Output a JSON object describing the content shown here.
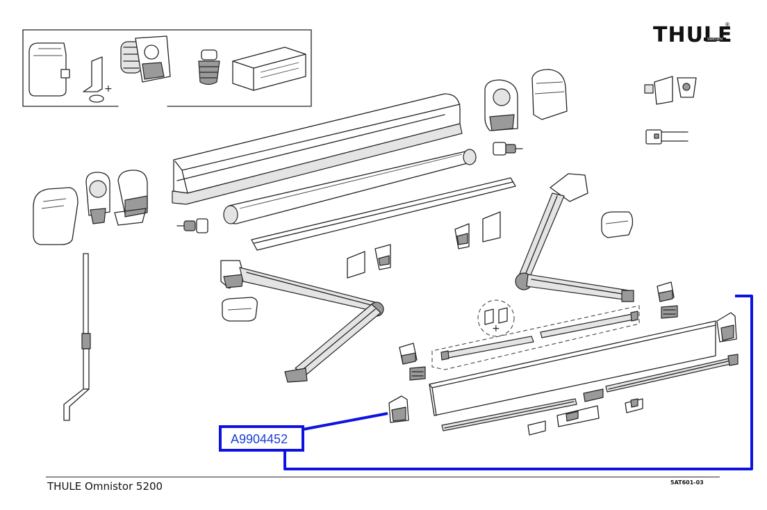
{
  "brand": {
    "logo_text": "THULE",
    "logo_subtext": "SWEDEN",
    "registered_mark": "®"
  },
  "diagram": {
    "part_code": "A9904452",
    "plus_mark": "+"
  },
  "footer": {
    "title": "THULE Omnistor 5200",
    "doc_code": "5AT601-03"
  },
  "colors": {
    "callout": "#0d12e0",
    "part_code_text": "#1a3fd6",
    "line_art": "#222222"
  }
}
